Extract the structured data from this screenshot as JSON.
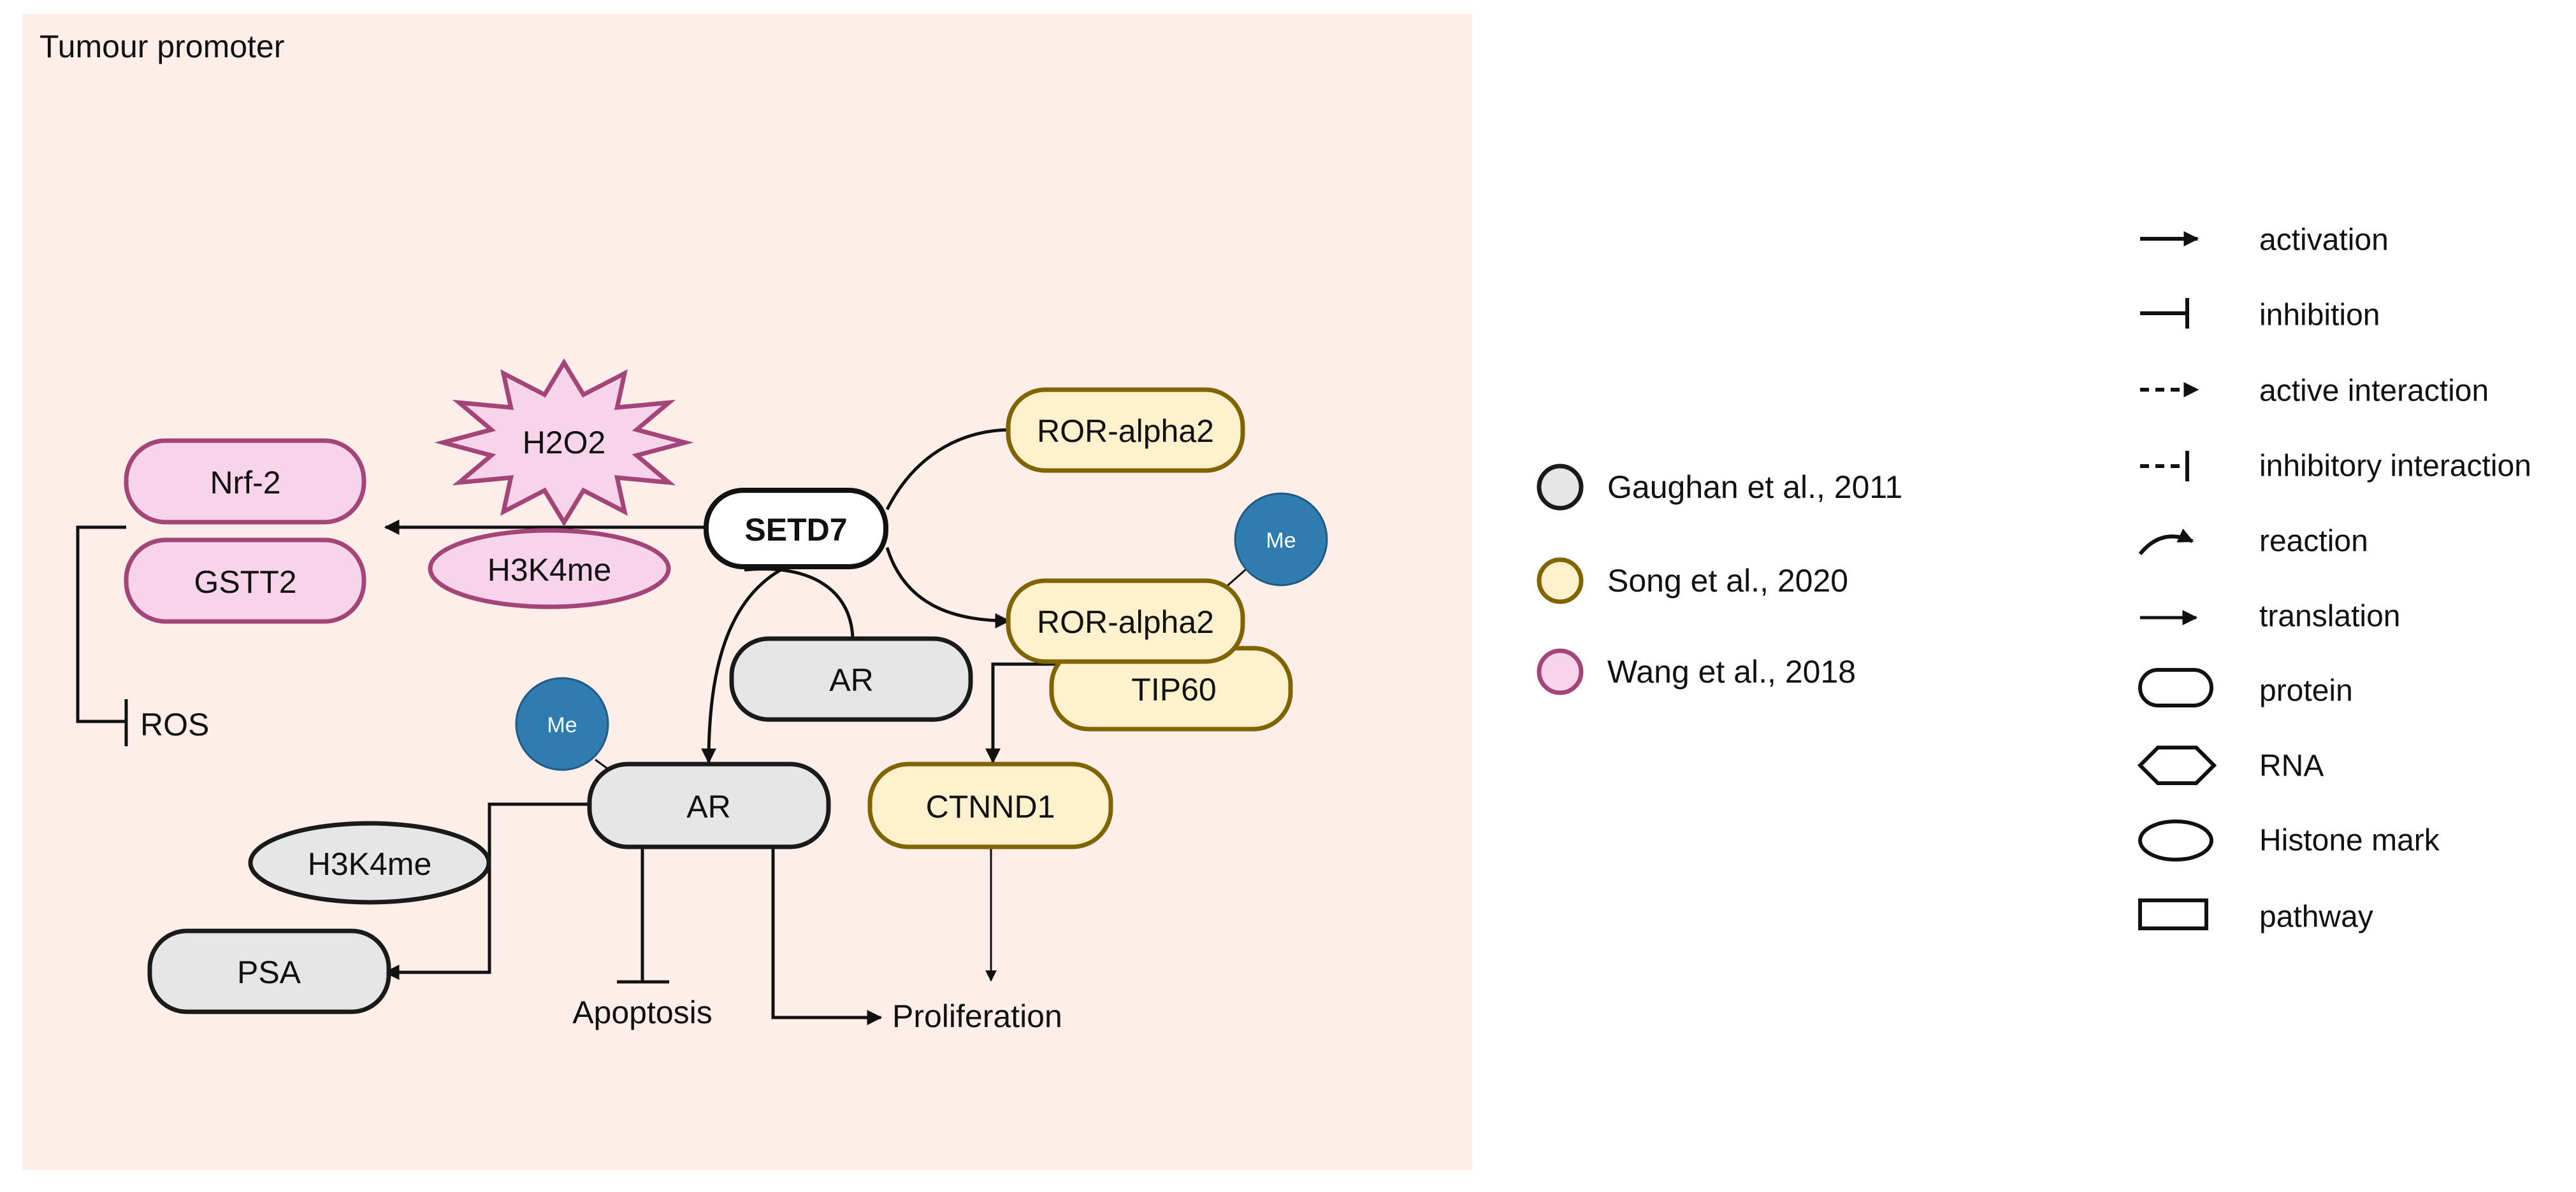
{
  "panel": {
    "title": "Tumour promoter",
    "background": "#fdeeea"
  },
  "colors": {
    "gaughan_fill": "#e6e6e6",
    "gaughan_stroke": "#1a1a1a",
    "song_fill": "#fdf0cc",
    "song_stroke": "#7f6400",
    "wang_fill": "#f7d4ea",
    "wang_stroke": "#a4457a",
    "me_fill": "#2e7cb0",
    "me_stroke": "#1f5a82",
    "setd7_fill": "#ffffff",
    "line": "#111111"
  },
  "nodes": {
    "setd7": "SETD7",
    "h2o2": "H2O2",
    "nrf2": "Nrf-2",
    "gstt2": "GSTT2",
    "h3k4me_top": "H3K4me",
    "ros": "ROS",
    "ror_alpha2_top": "ROR-alpha2",
    "ror_alpha2_bottom": "ROR-alpha2",
    "me_top": "Me",
    "tip60": "TIP60",
    "ctnnd1": "CTNND1",
    "ar_top": "AR",
    "ar_main": "AR",
    "me_ar": "Me",
    "h3k4me_bottom": "H3K4me",
    "psa": "PSA",
    "apoptosis": "Apoptosis",
    "proliferation": "Proliferation"
  },
  "references": [
    {
      "label": "Gaughan et al., 2011",
      "group": "gaughan"
    },
    {
      "label": "Song et al., 2020",
      "group": "song"
    },
    {
      "label": "Wang et al., 2018",
      "group": "wang"
    }
  ],
  "legend": [
    {
      "label": "activation",
      "icon": "activation-arrow"
    },
    {
      "label": "inhibition",
      "icon": "inhibition-bar"
    },
    {
      "label": "active interaction",
      "icon": "dashed-arrow"
    },
    {
      "label": "inhibitory interaction",
      "icon": "dashed-bar"
    },
    {
      "label": "reaction",
      "icon": "curved-arrow"
    },
    {
      "label": "translation",
      "icon": "translation-arrow"
    },
    {
      "label": "protein",
      "icon": "rounded-rect"
    },
    {
      "label": "RNA",
      "icon": "hexagon"
    },
    {
      "label": "Histone mark",
      "icon": "ellipse"
    },
    {
      "label": "pathway",
      "icon": "rectangle"
    }
  ]
}
